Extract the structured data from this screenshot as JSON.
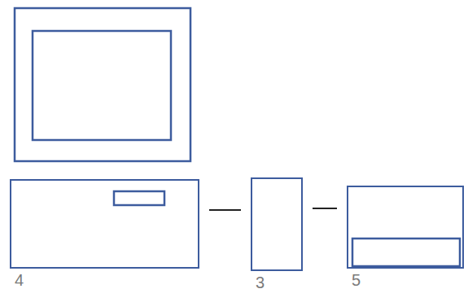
{
  "diagram": {
    "nodes": [
      {
        "text": [
          "4"
        ]
      },
      {
        "text": [
          "3"
        ]
      },
      {
        "text": [
          "5"
        ]
      }
    ],
    "edges": [
      {
        "from": 0,
        "to": 1,
        "arrow": "none"
      },
      {
        "from": 1,
        "to": 2,
        "arrow": "none"
      }
    ]
  }
}
